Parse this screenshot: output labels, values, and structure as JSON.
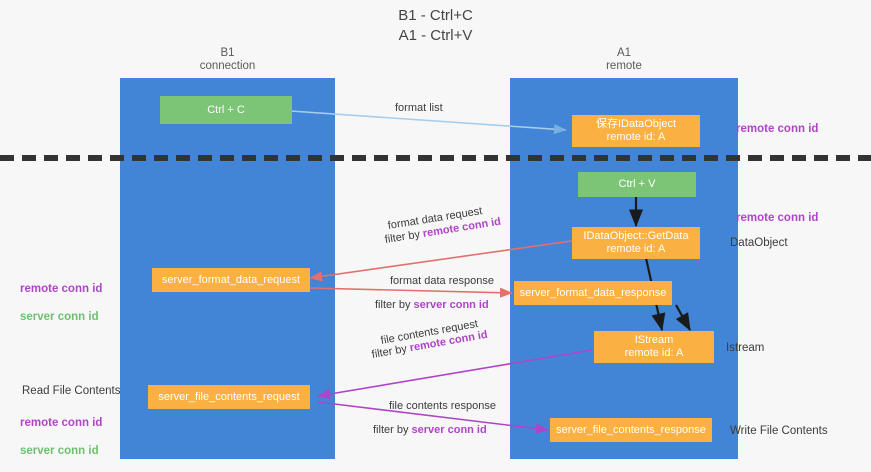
{
  "title": "B1 - Ctrl+C\nA1 - Ctrl+V",
  "columns": {
    "left": {
      "header": "B1\nconnection"
    },
    "right": {
      "header": "A1\nremote"
    }
  },
  "colors": {
    "lane": "#4285d6",
    "green_box": "#7cc576",
    "orange_box": "#fbb042",
    "remote_conn_id": "#b044c8",
    "server_conn_id": "#6ec06e",
    "arrow_blue": "#a8cdeb",
    "arrow_red": "#e2706e",
    "arrow_purple": "#b044c8",
    "arrow_black": "#1a1a1a",
    "divider": "#333333",
    "background": "#f7f7f7"
  },
  "boxes": {
    "ctrl_c": {
      "label": "Ctrl + C"
    },
    "save_idataobject": {
      "label": "保存IDataObject\nremote id: A"
    },
    "ctrl_v": {
      "label": "Ctrl + V"
    },
    "idataobject_getdata": {
      "label": "IDataObject::GetData\nremote id: A"
    },
    "server_format_data_request": {
      "label": "server_format_data_request"
    },
    "server_format_data_response": {
      "label": "server_format_data_response"
    },
    "istream": {
      "label": "IStream\nremote id: A"
    },
    "server_file_contents_request": {
      "label": "server_file_contents_request"
    },
    "server_file_contents_response": {
      "label": "server_file_contents_response"
    }
  },
  "annotations": {
    "format_list": "format list",
    "format_data_request": "format data request",
    "format_data_request_filter_prefix": "filter by ",
    "format_data_request_filter_value": "remote conn id",
    "format_data_response": "format data response",
    "format_data_response_filter_prefix": "filter by ",
    "format_data_response_filter_value": "server conn id",
    "file_contents_request": "file contents request",
    "file_contents_request_filter_prefix": "filter by ",
    "file_contents_request_filter_value": "remote conn id",
    "file_contents_response": "file contents response",
    "file_contents_response_filter_prefix": "filter by ",
    "file_contents_response_filter_value": "server conn id"
  },
  "side_labels": {
    "remote_conn_id_top": "remote conn id",
    "remote_conn_id_mid": "remote conn id",
    "dataobject": "DataObject",
    "istream": "Istream",
    "write_file_contents": "Write File Contents",
    "read_file_contents": "Read File Contents"
  },
  "legends": {
    "middle_left": {
      "remote": "remote conn id",
      "server": "server conn id"
    },
    "bottom_left": {
      "remote": "remote conn id",
      "server": "server conn id"
    }
  }
}
